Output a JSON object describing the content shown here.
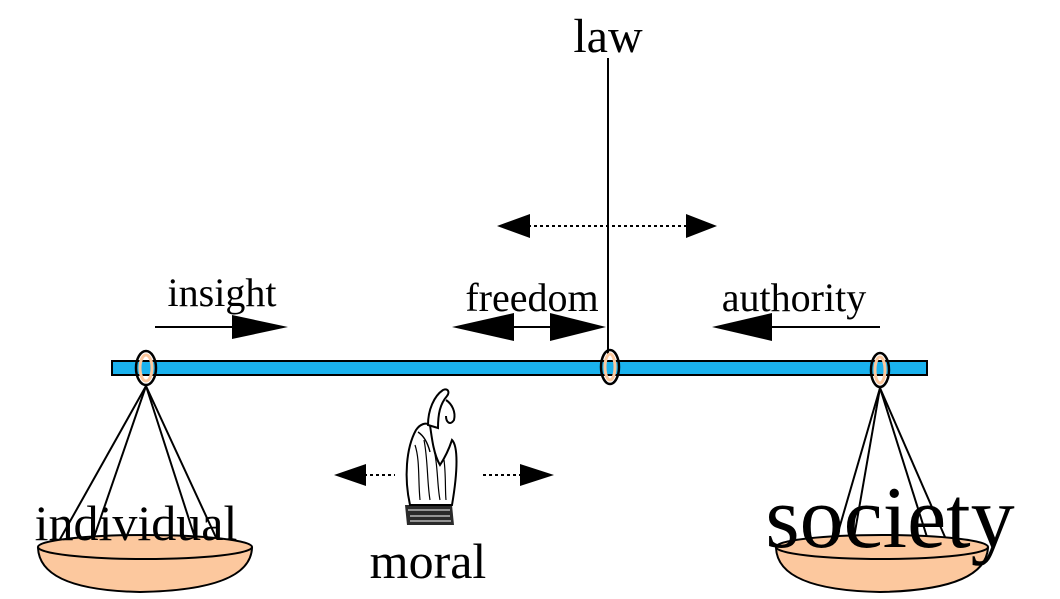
{
  "labels": {
    "law": "law",
    "insight": "insight",
    "freedom": "freedom",
    "authority": "authority",
    "individual": "individual",
    "moral": "moral",
    "society": "society"
  },
  "colors": {
    "beam": "#1ab2ee",
    "pan": "#fcc89e",
    "ink": "#000000"
  },
  "icons": {
    "hand": "pointing-hand-icon"
  }
}
